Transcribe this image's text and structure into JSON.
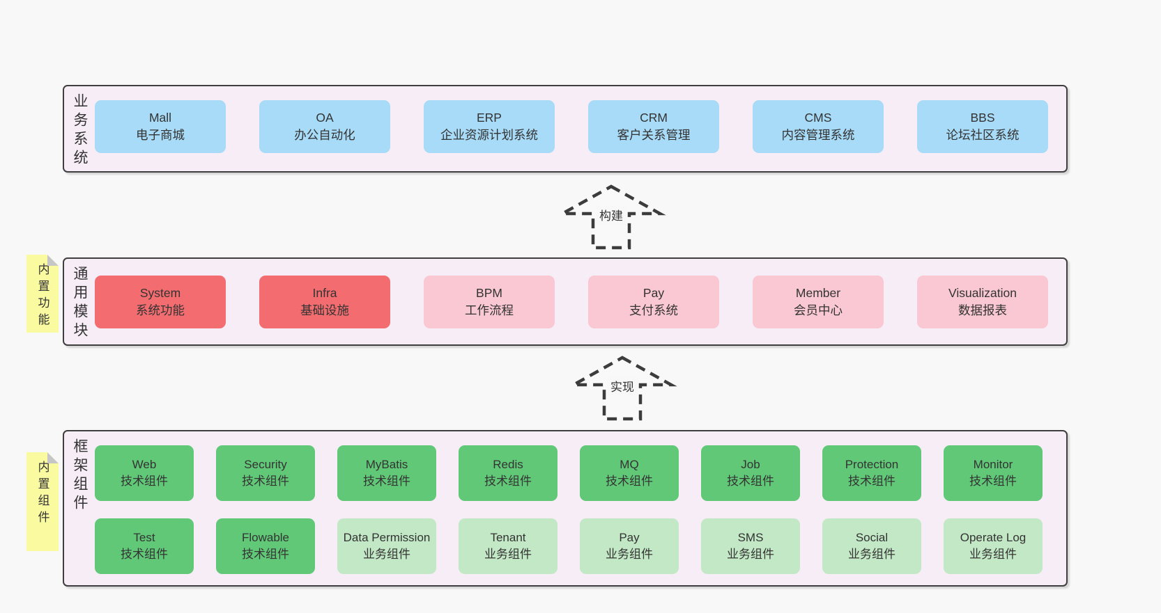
{
  "colors": {
    "page_background": "#f8f8f8",
    "layer_background": "#f7edf6",
    "layer_border": "#3f3f3f",
    "business_box": "#a8dbf7",
    "core_module_box": "#f36c6f",
    "optional_module_box": "#f9c8d2",
    "tech_component_box": "#61c878",
    "biz_component_box": "#c3e8c6",
    "sticky_note": "#fafaa0",
    "text": "#333333"
  },
  "arrows": {
    "build": "构建",
    "implement": "实现"
  },
  "business": {
    "label": "业务系统",
    "boxes": [
      {
        "title": "Mall",
        "subtitle": "电子商城"
      },
      {
        "title": "OA",
        "subtitle": "办公自动化"
      },
      {
        "title": "ERP",
        "subtitle": "企业资源计划系统"
      },
      {
        "title": "CRM",
        "subtitle": "客户关系管理"
      },
      {
        "title": "CMS",
        "subtitle": "内容管理系统"
      },
      {
        "title": "BBS",
        "subtitle": "论坛社区系统"
      }
    ]
  },
  "modules": {
    "label": "通用模块",
    "note": "内置功能",
    "boxes": [
      {
        "title": "System",
        "subtitle": "系统功能"
      },
      {
        "title": "Infra",
        "subtitle": "基础设施"
      },
      {
        "title": "BPM",
        "subtitle": "工作流程"
      },
      {
        "title": "Pay",
        "subtitle": "支付系统"
      },
      {
        "title": "Member",
        "subtitle": "会员中心"
      },
      {
        "title": "Visualization",
        "subtitle": "数据报表"
      }
    ]
  },
  "framework": {
    "label": "框架组件",
    "note": "内置组件",
    "row1": [
      {
        "title": "Web",
        "subtitle": "技术组件"
      },
      {
        "title": "Security",
        "subtitle": "技术组件"
      },
      {
        "title": "MyBatis",
        "subtitle": "技术组件"
      },
      {
        "title": "Redis",
        "subtitle": "技术组件"
      },
      {
        "title": "MQ",
        "subtitle": "技术组件"
      },
      {
        "title": "Job",
        "subtitle": "技术组件"
      },
      {
        "title": "Protection",
        "subtitle": "技术组件"
      },
      {
        "title": "Monitor",
        "subtitle": "技术组件"
      }
    ],
    "row2": [
      {
        "title": "Test",
        "subtitle": "技术组件"
      },
      {
        "title": "Flowable",
        "subtitle": "技术组件"
      },
      {
        "title": "Data Permission",
        "subtitle": "业务组件"
      },
      {
        "title": "Tenant",
        "subtitle": "业务组件"
      },
      {
        "title": "Pay",
        "subtitle": "业务组件"
      },
      {
        "title": "SMS",
        "subtitle": "业务组件"
      },
      {
        "title": "Social",
        "subtitle": "业务组件"
      },
      {
        "title": "Operate Log",
        "subtitle": "业务组件"
      }
    ]
  }
}
